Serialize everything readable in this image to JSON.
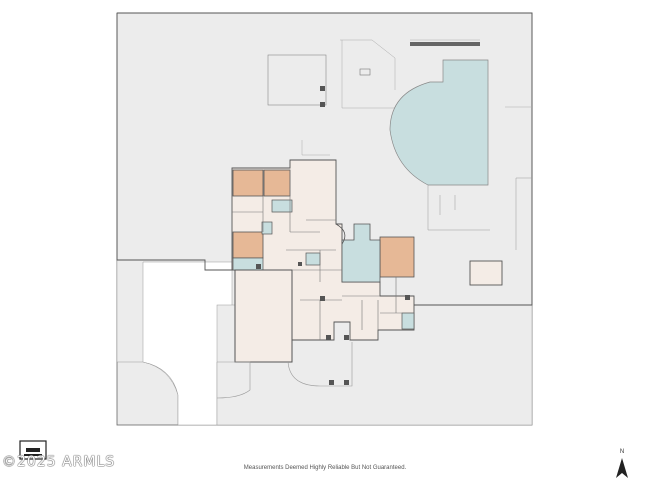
{
  "colors": {
    "lot": "#ececec",
    "house": "#f4ece6",
    "bedroom": "#e6b896",
    "water": "#c8dedf",
    "wall": "#555555",
    "line": "#9a9a9a"
  },
  "icons": [
    "logo-icon",
    "north-arrow-icon"
  ],
  "watermark": "©2025 ARMLS",
  "disclaimer": "Measurements Deemed Highly Reliable But Not Guaranteed.",
  "north": "N"
}
